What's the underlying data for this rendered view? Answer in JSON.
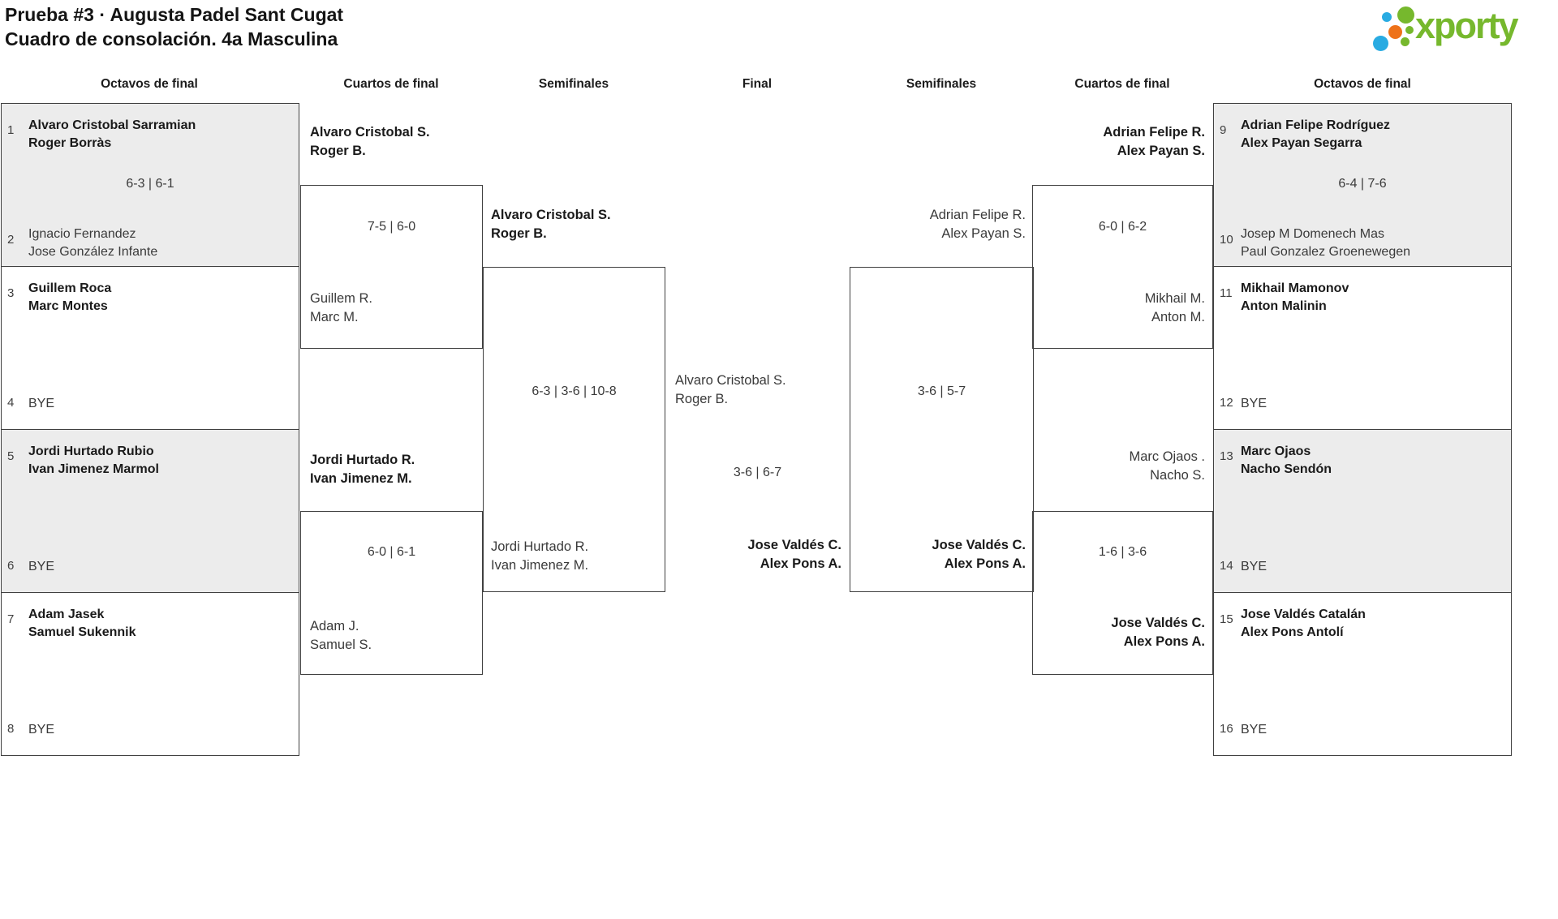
{
  "title": {
    "line1": "Prueba #3 · Augusta Padel Sant Cugat",
    "line2": "Cuadro de consolación. 4a Masculina"
  },
  "logo": {
    "text": "xporty"
  },
  "colors": {
    "logo_green": "#76b82d",
    "logo_blue": "#29abe2",
    "logo_orange": "#ee7219",
    "box_shaded": "#ececec",
    "border": "#404040",
    "text_regular": "#3a3a3a",
    "text_winner": "#1a1a1a"
  },
  "round_headers": [
    "Octavos de final",
    "Cuartos de final",
    "Semifinales",
    "Final",
    "Semifinales",
    "Cuartos de final",
    "Octavos de final"
  ],
  "octavos_left": [
    {
      "seed_top": "1",
      "team_top": [
        "Alvaro Cristobal Sarramian",
        "Roger Borràs"
      ],
      "score": "6-3 | 6-1",
      "seed_bottom": "2",
      "team_bottom": [
        "Ignacio Fernandez",
        "Jose González Infante"
      ],
      "winner": "top",
      "shaded": true
    },
    {
      "seed_top": "3",
      "team_top": [
        "Guillem Roca",
        "Marc Montes"
      ],
      "score": "",
      "seed_bottom": "4",
      "team_bottom": [
        "BYE"
      ],
      "winner": "top",
      "shaded": false
    },
    {
      "seed_top": "5",
      "team_top": [
        "Jordi Hurtado Rubio",
        "Ivan Jimenez Marmol"
      ],
      "score": "",
      "seed_bottom": "6",
      "team_bottom": [
        "BYE"
      ],
      "winner": "top",
      "shaded": true
    },
    {
      "seed_top": "7",
      "team_top": [
        "Adam Jasek",
        "Samuel Sukennik"
      ],
      "score": "",
      "seed_bottom": "8",
      "team_bottom": [
        "BYE"
      ],
      "winner": "top",
      "shaded": false
    }
  ],
  "octavos_right": [
    {
      "seed_top": "9",
      "team_top": [
        "Adrian Felipe Rodríguez",
        "Alex Payan Segarra"
      ],
      "score": "6-4 | 7-6",
      "seed_bottom": "10",
      "team_bottom": [
        "Josep M Domenech Mas",
        "Paul Gonzalez Groenewegen"
      ],
      "winner": "top",
      "shaded": true
    },
    {
      "seed_top": "11",
      "team_top": [
        "Mikhail Mamonov",
        "Anton Malinin"
      ],
      "score": "",
      "seed_bottom": "12",
      "team_bottom": [
        "BYE"
      ],
      "winner": "top",
      "shaded": false
    },
    {
      "seed_top": "13",
      "team_top": [
        "Marc Ojaos",
        "Nacho Sendón"
      ],
      "score": "",
      "seed_bottom": "14",
      "team_bottom": [
        "BYE"
      ],
      "winner": "top",
      "shaded": true
    },
    {
      "seed_top": "15",
      "team_top": [
        "Jose Valdés Catalán",
        "Alex Pons Antolí"
      ],
      "score": "",
      "seed_bottom": "16",
      "team_bottom": [
        "BYE"
      ],
      "winner": "top",
      "shaded": false
    }
  ],
  "cuartos_left": [
    {
      "team_top": [
        "Alvaro Cristobal S.",
        "Roger B."
      ],
      "score": "7-5 | 6-0",
      "team_bottom": [
        "Guillem R.",
        "Marc M."
      ],
      "winner": "top"
    },
    {
      "team_top": [
        "Jordi Hurtado R.",
        "Ivan Jimenez M."
      ],
      "score": "6-0 | 6-1",
      "team_bottom": [
        "Adam J.",
        "Samuel S."
      ],
      "winner": "top"
    }
  ],
  "cuartos_right": [
    {
      "team_top": [
        "Adrian Felipe R.",
        "Alex Payan S."
      ],
      "score": "6-0 | 6-2",
      "team_bottom": [
        "Mikhail M.",
        "Anton M."
      ],
      "winner": "top"
    },
    {
      "team_top": [
        "Marc Ojaos .",
        "Nacho S."
      ],
      "score": "1-6 | 3-6",
      "team_bottom": [
        "Jose Valdés C.",
        "Alex Pons A."
      ],
      "winner": "bottom"
    }
  ],
  "semifinal_left": {
    "team_top": [
      "Alvaro Cristobal S.",
      "Roger B."
    ],
    "score": "6-3 | 3-6 | 10-8",
    "team_bottom": [
      "Jordi Hurtado R.",
      "Ivan Jimenez M."
    ],
    "winner": "top"
  },
  "semifinal_right": {
    "team_top": [
      "Adrian Felipe R.",
      "Alex Payan S."
    ],
    "score": "3-6 | 5-7",
    "team_bottom": [
      "Jose Valdés C.",
      "Alex Pons A."
    ],
    "winner": "bottom"
  },
  "final": {
    "team_left": [
      "Alvaro Cristobal S.",
      "Roger B."
    ],
    "score": "3-6 | 6-7",
    "team_right": [
      "Jose Valdés C.",
      "Alex Pons A."
    ],
    "winner": "right"
  }
}
